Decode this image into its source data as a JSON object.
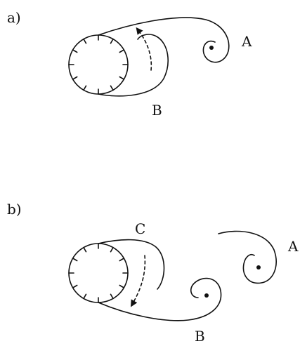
{
  "panels": [
    {
      "label": "a)",
      "vortex_labels": [
        "A",
        "B"
      ]
    },
    {
      "label": "b)",
      "vortex_labels": [
        "C",
        "A",
        "B"
      ]
    }
  ]
}
